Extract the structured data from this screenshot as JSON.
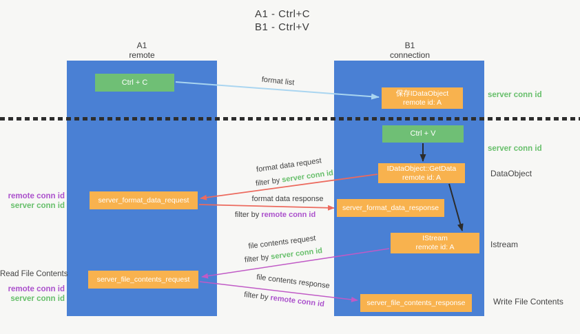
{
  "title": {
    "line1": "A1 - Ctrl+C",
    "line2": "B1 - Ctrl+V"
  },
  "columns": {
    "a": {
      "name": "A1",
      "subtitle": "remote"
    },
    "b": {
      "name": "B1",
      "subtitle": "connection"
    }
  },
  "boxes": {
    "ctrl_c": {
      "label": "Ctrl + C"
    },
    "save_dataobject": {
      "line1": "保存IDataObject",
      "line2": "remote id: A"
    },
    "ctrl_v": {
      "label": "Ctrl + V"
    },
    "getdata": {
      "line1": "IDataObject::GetData",
      "line2": "remote id: A"
    },
    "format_request": {
      "label": "server_format_data_request"
    },
    "format_response": {
      "label": "server_format_data_response"
    },
    "istream": {
      "line1": "IStream",
      "line2": "remote id: A"
    },
    "file_request": {
      "label": "server_file_contents_request"
    },
    "file_response": {
      "label": "server_file_contents_response"
    }
  },
  "flow_labels": {
    "format_list": "format list",
    "format_data_request": "format data request",
    "format_data_response": "format data response",
    "file_contents_request": "file contents request",
    "file_contents_response": "file contents response",
    "filter_by": "filter by"
  },
  "side_labels": {
    "server_conn_id": "server conn id",
    "remote_conn_id": "remote conn id",
    "dataobject": "DataObject",
    "istream": "Istream",
    "read_file_contents": "Read File Contents",
    "write_file_contents": "Write File Contents"
  },
  "colors": {
    "column_fill": "#4a80d4",
    "action_box_green": "#6fbf75",
    "message_box_orange": "#f8b24e",
    "server_conn_id_text": "#67bf6b",
    "remote_conn_id_text": "#ab51cc",
    "format_arrow_red": "#ec6a5e",
    "file_arrow_magenta": "#c05ac6",
    "format_list_arrow_blue": "#a9d5f0",
    "black_arrow": "#2b2b2b"
  }
}
